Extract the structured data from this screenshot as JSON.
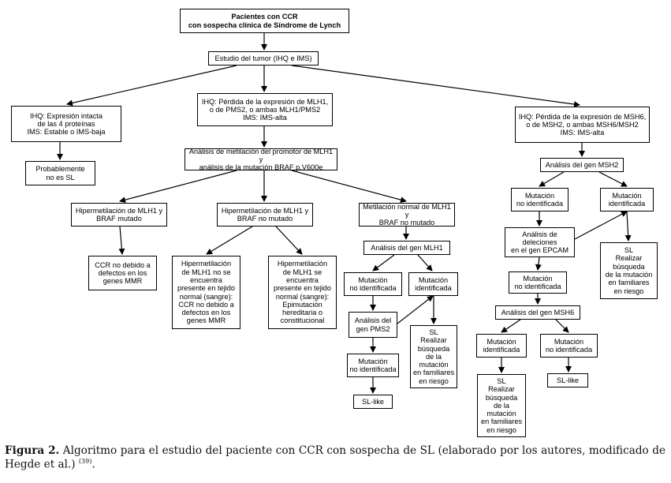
{
  "nodes": {
    "root": "Pacientes con CCR\ncon sospecha clínica de Síndrome de Lynch",
    "estudio": "Estudio del tumor (IHQ e IMS)",
    "ihq_intacta": "IHQ: Expresión intacta\nde las 4 proteínas\nIMS: Estable o IMS-baja",
    "probablemente": "Probablemente\nno es SL",
    "ihq_mlh1": "IHQ: Pérdida de la expresión de MLH1,\no de PMS2, o ambas MLH1/PMS2\nIMS: IMS-alta",
    "metilacion": "Análisis de metilación del promotor de MLH1 y\nanálisis de la mutación BRAF p.V600e",
    "hiper_braf_mut": "Hipermetilación de MLH1 y\nBRAF mutado",
    "hiper_braf_nomut": "Hipermetilación de MLH1 y\nBRAF no mutado",
    "metil_normal": "Metilación normal de MLH1 y\nBRAF no mutado",
    "ccr_no_debido": "CCR no debido a\ndefectos en los\ngenes MMR",
    "hiper_no_presente": "Hipermetilación\nde MLH1 no se\nencuentra\npresente en tejido\nnormal (sangre):\nCCR no debido a\ndefectos en los\ngenes MMR",
    "hiper_presente": "Hipermetilación\nde MLH1 se\nencuentra\npresente en tejido\nnormal (sangre):\nEpimutación\nhereditaria o\nconstitucional",
    "analisis_mlh1": "Análisis del gen MLH1",
    "mut_no_id_1": "Mutación\nno identificada",
    "mut_id_1": "Mutación\nidentificada",
    "analisis_pms2": "Análisis del\ngen PMS2",
    "sl_1": "SL\nRealizar\nbúsqueda\nde la\nmutación\nen familiares\nen riesgo",
    "mut_no_id_2": "Mutación\nno identificada",
    "sl_like_1": "SL-like",
    "ihq_msh6": "IHQ: Pérdida de la expresión de MSH6,\no de MSH2, o ambas MSH6/MSH2\nIMS: IMS-alta",
    "analisis_msh2": "Análisis del gen MSH2",
    "mut_no_id_3": "Mutación\nno identificada",
    "mut_id_3": "Mutación\nidentificada",
    "deleciones_epcam": "Análisis de\ndeleciones\nen el gen EPCAM",
    "sl_2": "SL\nRealizar\nbúsqueda\nde la mutación\nen familiares\nen riesgo",
    "mut_no_id_4": "Mutación\nno identificada",
    "analisis_msh6": "Análisis del gen MSH6",
    "mut_id_5": "Mutación\nidentificada",
    "mut_no_id_5": "Mutación\nno identificada",
    "sl_3": "SL\nRealizar\nbúsqueda\nde la\nmutación\nen familiares\nen riesgo",
    "sl_like_2": "SL-like"
  },
  "caption": {
    "label": "Figura 2.",
    "text": " Algoritmo para el estudio del paciente con CCR con sospecha de SL (elaborado por los autores, modificado de Hegde et al.) ",
    "ref": "(39)",
    "end": "."
  }
}
